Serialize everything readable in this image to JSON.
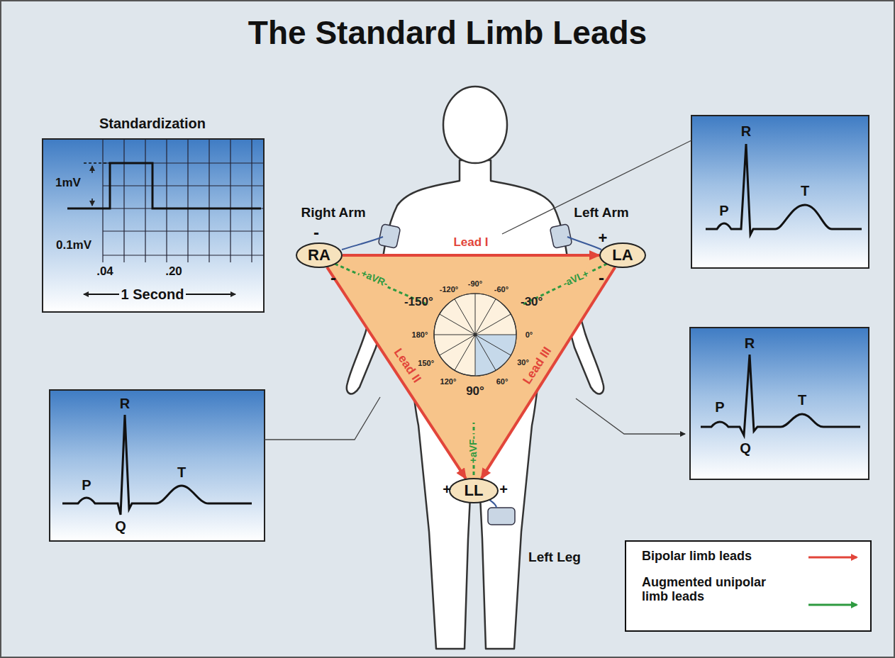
{
  "diagram": {
    "title": "The Standard Limb Leads",
    "nodes": [
      {
        "text": [
          "Standardization",
          "1mV",
          "0.1mV",
          ".04",
          ".20",
          "1 Second"
        ]
      },
      {
        "text": [
          "RA"
        ]
      },
      {
        "text": [
          "LA"
        ]
      },
      {
        "text": [
          "LL"
        ]
      },
      {
        "text": [
          "P",
          "R",
          "T"
        ]
      },
      {
        "text": [
          "P",
          "R",
          "T",
          "Q"
        ]
      },
      {
        "text": [
          "P",
          "R",
          "T",
          "Q"
        ]
      }
    ],
    "edges": [
      {
        "from": 1,
        "to": 2,
        "arrow": "to",
        "label": "Lead I"
      },
      {
        "from": 1,
        "to": 3,
        "arrow": "to",
        "label": "Lead II"
      },
      {
        "from": 2,
        "to": 3,
        "arrow": "to",
        "label": "Lead III"
      }
    ],
    "labels": [
      "Right Arm",
      "Left Arm",
      "Left Leg",
      "-",
      "-",
      "+",
      "-",
      "+",
      "+",
      "+aVR-",
      "-aVL+",
      "+aVF-",
      "-120°",
      "-90°",
      "-60°",
      "-150°",
      "-30°",
      "180°",
      "0°",
      "150°",
      "30°",
      "120°",
      "90°",
      "60°"
    ],
    "legend": [
      {
        "text": "Bipolar limb leads"
      },
      {
        "text": "Augmented unipolar limb leads"
      }
    ]
  }
}
